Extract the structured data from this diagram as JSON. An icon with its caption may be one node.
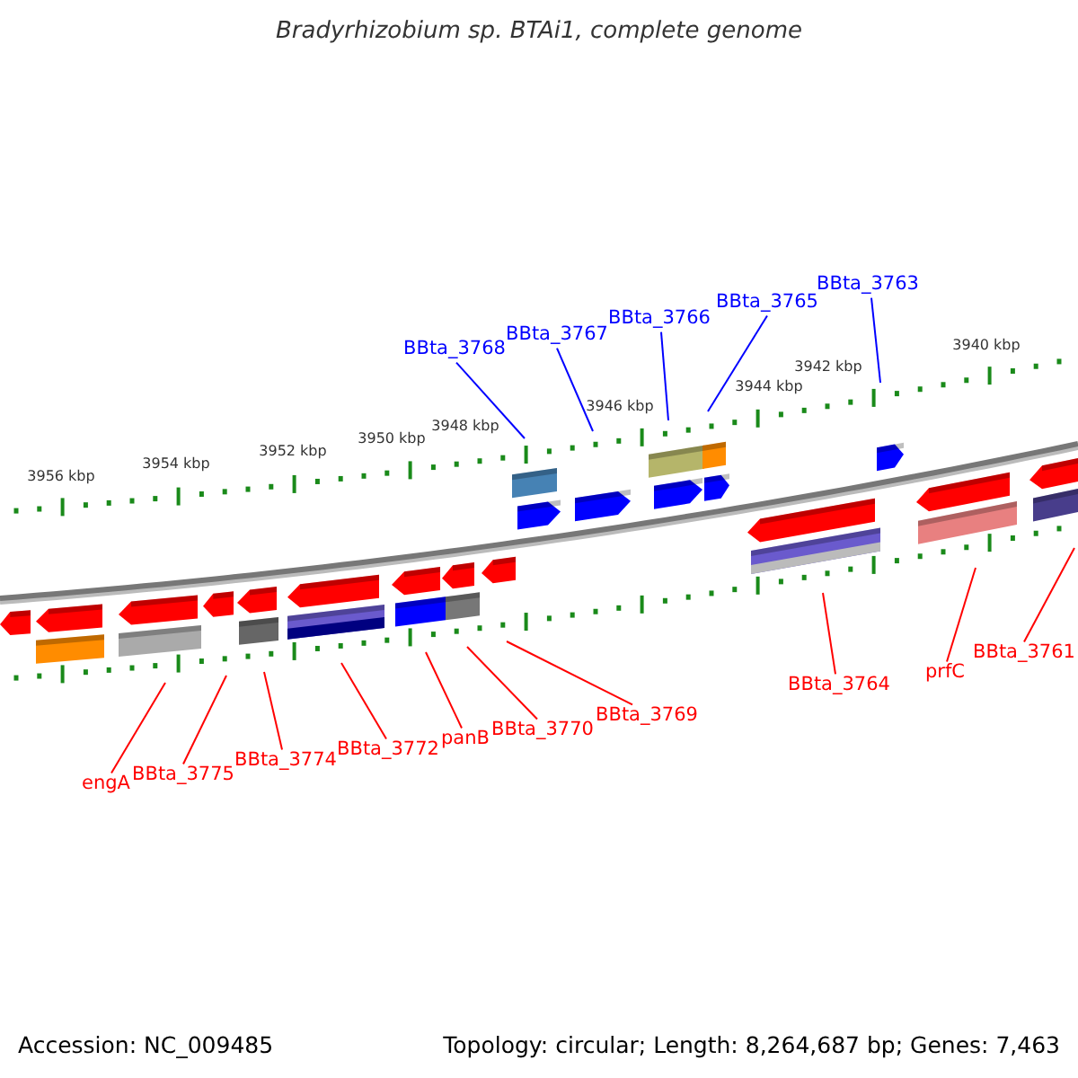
{
  "diagram": {
    "title": "Bradyrhizobium sp. BTAi1, complete genome",
    "nodes": [
      {
        "text": [
          "BBta_3768"
        ]
      },
      {
        "text": [
          "BBta_3767"
        ]
      },
      {
        "text": [
          "BBta_3766"
        ]
      },
      {
        "text": [
          "BBta_3765"
        ]
      },
      {
        "text": [
          "BBta_3763"
        ]
      },
      {
        "text": [
          "engA"
        ]
      },
      {
        "text": [
          "BBta_3775"
        ]
      },
      {
        "text": [
          "BBta_3774"
        ]
      },
      {
        "text": [
          "BBta_3772"
        ]
      },
      {
        "text": [
          "panB"
        ]
      },
      {
        "text": [
          "BBta_3770"
        ]
      },
      {
        "text": [
          "BBta_3769"
        ]
      },
      {
        "text": [
          "BBta_3764"
        ]
      },
      {
        "text": [
          "prfC"
        ]
      },
      {
        "text": [
          "BBta_3761"
        ]
      }
    ],
    "edges": [
      {
        "from": 0,
        "to": null,
        "arrow": "none",
        "color": "#0000ff"
      },
      {
        "from": 1,
        "to": null,
        "arrow": "none",
        "color": "#0000ff"
      },
      {
        "from": 2,
        "to": null,
        "arrow": "none",
        "color": "#0000ff"
      },
      {
        "from": 3,
        "to": null,
        "arrow": "none",
        "color": "#0000ff"
      },
      {
        "from": 4,
        "to": null,
        "arrow": "none",
        "color": "#0000ff"
      },
      {
        "from": 5,
        "to": null,
        "arrow": "none"
      },
      {
        "from": 6,
        "to": null,
        "arrow": "none"
      },
      {
        "from": 7,
        "to": null,
        "arrow": "none"
      },
      {
        "from": 8,
        "to": null,
        "arrow": "none"
      },
      {
        "from": 9,
        "to": null,
        "arrow": "none"
      },
      {
        "from": 10,
        "to": null,
        "arrow": "none"
      },
      {
        "from": 11,
        "to": null,
        "arrow": "none"
      },
      {
        "from": 12,
        "to": null,
        "arrow": "none"
      },
      {
        "from": 13,
        "to": null,
        "arrow": "none"
      },
      {
        "from": 14,
        "to": null,
        "arrow": "none"
      }
    ],
    "labels": [
      "3956 kbp",
      "3954 kbp",
      "3952 kbp",
      "3950 kbp",
      "3948 kbp",
      "3946 kbp",
      "3944 kbp",
      "3942 kbp",
      "3940 kbp",
      "Accession: NC_009485",
      "Topology: circular; Length: 8,264,687 bp; Genes: 7,463"
    ]
  }
}
